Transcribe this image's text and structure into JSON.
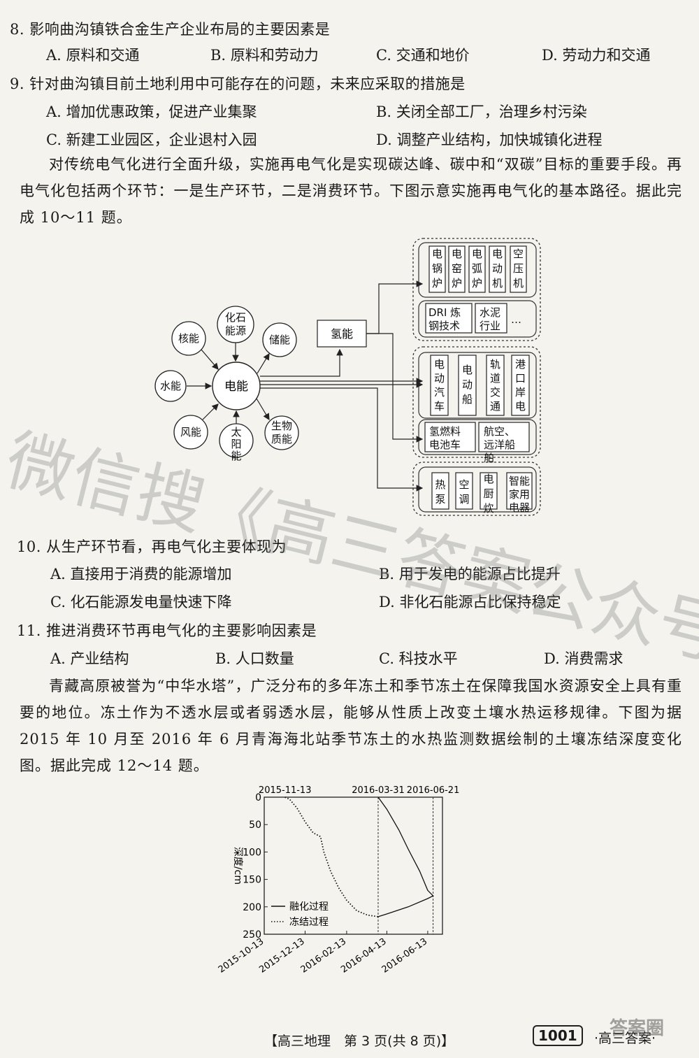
{
  "q8": {
    "stem": "8. 影响曲沟镇铁合金生产企业布局的主要因素是",
    "options": [
      "A. 原料和交通",
      "B. 原料和劳动力",
      "C. 交通和地价",
      "D. 劳动力和交通"
    ]
  },
  "q9": {
    "stem": "9. 针对曲沟镇目前土地利用中可能存在的问题，未来应采取的措施是",
    "options": [
      "A. 增加优惠政策，促进产业集聚",
      "B. 关闭全部工厂，治理乡村污染",
      "C. 新建工业园区，企业退村入园",
      "D. 调整产业结构，加快城镇化进程"
    ]
  },
  "passage1": "对传统电气化进行全面升级，实施再电气化是实现碳达峰、碳中和“双碳”目标的重要手段。再电气化包括两个环节：一是生产环节，二是消费环节。下图示意实施再电气化的基本路径。据此完成 10～11 题。",
  "diagram": {
    "center": "电能",
    "sources": [
      "核能",
      "化石能源",
      "储能",
      "水能",
      "风能",
      "太阳能",
      "生物质能"
    ],
    "hydrogen": "氢能",
    "industry_row1": [
      "电锅炉",
      "电窑炉",
      "电弧炉",
      "电动机",
      "空压机"
    ],
    "industry_row2": [
      "DRI 炼钢技术",
      "水泥行业",
      "…"
    ],
    "transport_row1": [
      "电动汽车",
      "电动船",
      "轨道交通",
      "港口岸电"
    ],
    "transport_row2": [
      "氢燃料电池车",
      "航空、远洋船舶"
    ],
    "home_row": [
      "热泵",
      "空调",
      "电厨炊",
      "智能家用电器"
    ]
  },
  "q10": {
    "stem": "10. 从生产环节看，再电气化主要体现为",
    "options": [
      "A. 直接用于消费的能源增加",
      "B. 用于发电的能源占比提升",
      "C. 化石能源发电量快速下降",
      "D. 非化石能源占比保持稳定"
    ]
  },
  "q11": {
    "stem": "11. 推进消费环节再电气化的主要影响因素是",
    "options": [
      "A. 产业结构",
      "B. 人口数量",
      "C. 科技水平",
      "D. 消费需求"
    ]
  },
  "passage2": "青藏高原被誉为“中华水塔”，广泛分布的多年冻土和季节冻土在保障我国水资源安全上具有重要的地位。冻土作为不透水层或者弱透水层，能够从性质上改变土壤水热运移规律。下图为据 2015 年 10 月至 2016 年 6 月青海海北站季节冻土的水热监测数据绘制的土壤冻结深度变化图。据此完成 12～14 题。",
  "chart_data": {
    "type": "line",
    "ylabel": "深度/cm",
    "yticks": [
      "0",
      "50",
      "100",
      "150",
      "200",
      "250"
    ],
    "ylim": [
      0,
      250
    ],
    "y_inverted": true,
    "xticks": [
      "2015-10-13",
      "2015-12-13",
      "2016-02-13",
      "2016-04-13",
      "2016-06-13"
    ],
    "top_labels": [
      "2015-11-13",
      "2016-03-31",
      "2016-06-21"
    ],
    "series": [
      {
        "name": "冻结过程",
        "style": "dotted",
        "points": [
          [
            "2015-11-13",
            0
          ],
          [
            "2015-11-20",
            4
          ],
          [
            "2015-12-01",
            20
          ],
          [
            "2015-12-13",
            45
          ],
          [
            "2015-12-25",
            65
          ],
          [
            "2016-01-05",
            72
          ],
          [
            "2016-01-10",
            100
          ],
          [
            "2016-01-20",
            135
          ],
          [
            "2016-02-01",
            165
          ],
          [
            "2016-02-13",
            188
          ],
          [
            "2016-02-28",
            207
          ],
          [
            "2016-03-15",
            215
          ],
          [
            "2016-03-31",
            218
          ]
        ]
      },
      {
        "name": "融化过程",
        "style": "solid",
        "points": [
          [
            "2016-03-31",
            0
          ],
          [
            "2016-04-13",
            22
          ],
          [
            "2016-05-01",
            60
          ],
          [
            "2016-05-15",
            95
          ],
          [
            "2016-06-01",
            135
          ],
          [
            "2016-06-13",
            170
          ],
          [
            "2016-06-21",
            180
          ],
          [
            "2016-06-13",
            185
          ],
          [
            "2016-05-15",
            200
          ],
          [
            "2016-04-13",
            213
          ],
          [
            "2016-03-31",
            218
          ]
        ]
      }
    ],
    "vlines": [
      "2016-03-31",
      "2016-06-21"
    ],
    "legend_position": "bottom-left"
  },
  "watermark": "微信搜《高三答案公众号》",
  "footer": "【高三地理　第 3 页(共 8 页)】",
  "logo": {
    "code": "1001",
    "text": "·高三答案·",
    "mark": "答案圈"
  }
}
